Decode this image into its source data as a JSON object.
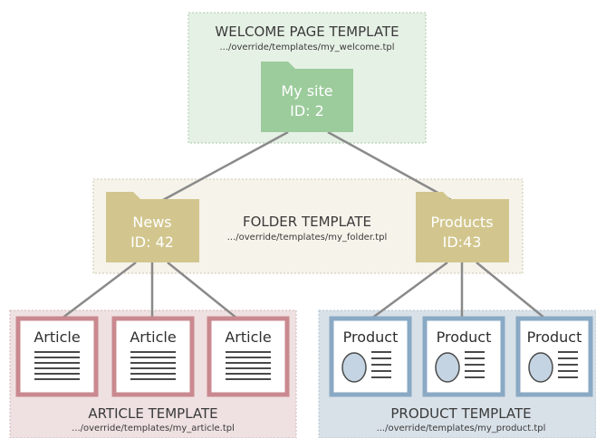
{
  "welcome": {
    "title": "WELCOME PAGE TEMPLATE",
    "path": ".../override/templates/my_welcome.tpl",
    "node_name": "My site",
    "node_id": "ID: 2"
  },
  "folder": {
    "title": "FOLDER TEMPLATE",
    "path": ".../override/templates/my_folder.tpl",
    "news_name": "News",
    "news_id": "ID: 42",
    "products_name": "Products",
    "products_id": "ID:43"
  },
  "article": {
    "title": "ARTICLE TEMPLATE",
    "path": ".../override/templates/my_article.tpl",
    "items": [
      "Article",
      "Article",
      "Article"
    ]
  },
  "product": {
    "title": "PRODUCT TEMPLATE",
    "path": ".../override/templates/my_product.tpl",
    "items": [
      "Product",
      "Product",
      "Product"
    ]
  },
  "colors": {
    "welcome_fill": "#e6f1e6",
    "welcome_node": "#9ccb9c",
    "folder_fill": "#f6f3ea",
    "folder_node": "#d2c68e",
    "article_fill": "#efe1e1",
    "article_frame": "#c9898f",
    "product_fill": "#d8e1e8",
    "product_frame": "#8aa9c4",
    "connector": "#8a8a8a"
  }
}
